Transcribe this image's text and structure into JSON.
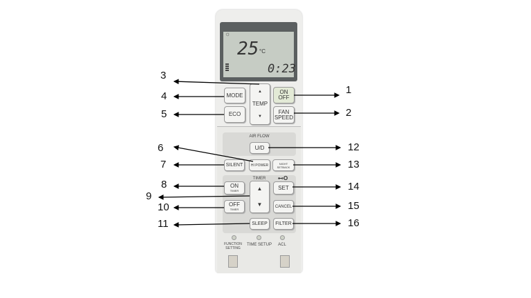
{
  "lcd": {
    "temperature": "25",
    "unit": "°C",
    "time": "0:23"
  },
  "buttons": {
    "mode": "MODE",
    "eco": "ECO",
    "temp": "TEMP",
    "on_off_1": "ON",
    "on_off_2": "OFF",
    "fan_1": "FAN",
    "fan_2": "SPEED",
    "airflow_label": "AIR FLOW",
    "ud": "U/D",
    "hi_power": "HI POWER",
    "silent": "SILENT",
    "night_1": "NIGHT",
    "night_2": "SETBACK",
    "timer_label": "TIMER",
    "on_timer": "ON",
    "off_timer": "OFF",
    "timer_sub": "TIMER",
    "set": "SET",
    "cancel": "CANCEL",
    "sleep": "SLEEP",
    "filter": "FILTER",
    "up": "▲",
    "down": "▼",
    "lock": "⊷O"
  },
  "bottom": {
    "function_1": "FUNCTION",
    "function_2": "SETTING",
    "time_setup": "TIME SETUP",
    "acl": "ACL"
  },
  "callouts": [
    "1",
    "2",
    "3",
    "4",
    "5",
    "6",
    "7",
    "8",
    "9",
    "10",
    "11",
    "12",
    "13",
    "14",
    "15",
    "16"
  ]
}
